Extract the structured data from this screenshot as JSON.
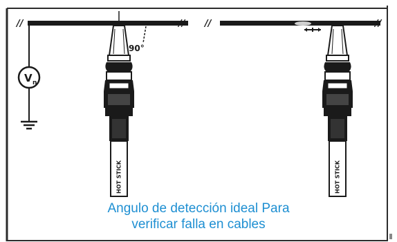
{
  "diagram": {
    "angle_label": "90°",
    "voltage_symbol": "V",
    "voltage_subscript": "n",
    "left_probe_label": "HOT STICK",
    "right_probe_label": "HOT STICK",
    "caption_line1": "Angulo de detección ideal Para",
    "caption_line2": "verificar falla en cables",
    "colors": {
      "ink": "#1a1a1a",
      "caption": "#1e8fd2",
      "border": "#2b2b2b"
    }
  }
}
